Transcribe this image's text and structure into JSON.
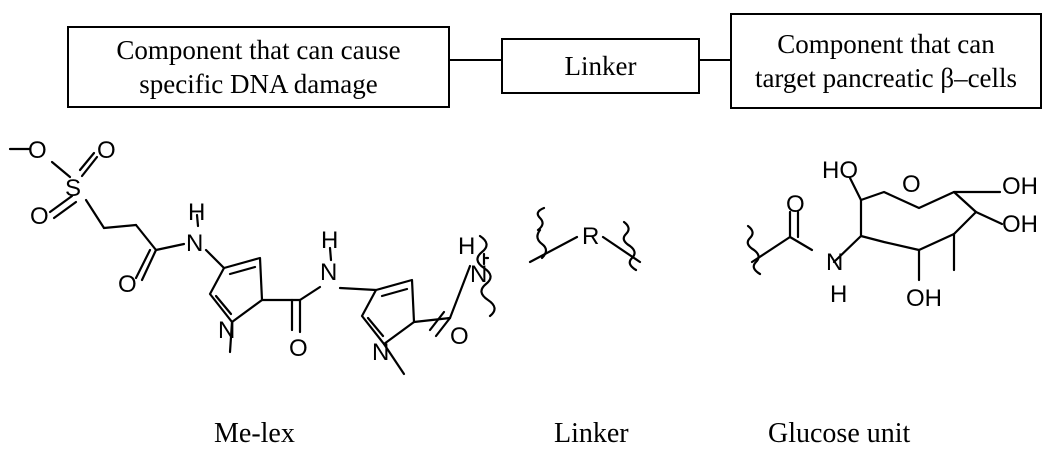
{
  "boxes": {
    "dna_component": {
      "line1": "Component that can cause",
      "line2": "specific DNA damage"
    },
    "linker": {
      "label": "Linker"
    },
    "target_component": {
      "line1": "Component that can",
      "line2": "target pancreatic β–cells"
    }
  },
  "structures": {
    "me_lex": {
      "caption": "Me-lex",
      "atoms": {
        "o_methoxy": "O",
        "s": "S",
        "o_s1": "O",
        "o_s2": "O",
        "nh1_h": "H",
        "nh1_n": "N",
        "o_amide1": "O",
        "n_pyrrole1": "N",
        "nh2_h": "H",
        "nh2_n": "N",
        "o_amide2": "O",
        "n_pyrrole2": "N",
        "nh3_h": "H",
        "nh3_n": "N",
        "o_amide3": "O"
      }
    },
    "linker": {
      "caption": "Linker",
      "atoms": {
        "r": "R"
      }
    },
    "glucose": {
      "caption": "Glucose unit",
      "atoms": {
        "o_carbonyl": "O",
        "n": "N",
        "h": "H",
        "ho": "HO",
        "o_ring": "O",
        "oh6": "OH",
        "oh4": "OH",
        "oh3": "OH"
      }
    }
  }
}
